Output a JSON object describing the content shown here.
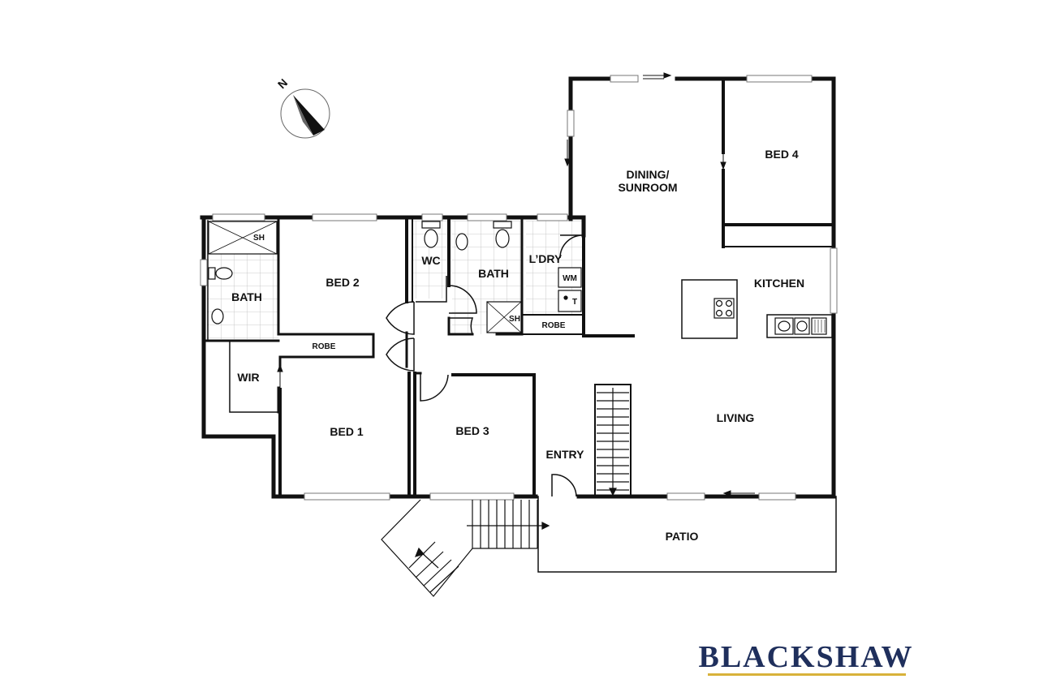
{
  "compass": {
    "label": "N"
  },
  "rooms": {
    "dining": {
      "line1": "DINING/",
      "line2": "SUNROOM"
    },
    "bed4": "BED 4",
    "kitchen": "KITCHEN",
    "bath_main": "BATH",
    "ensuite": "BATH",
    "ensuite_shower": "SH",
    "bath_shower": "SH",
    "bed2": "BED 2",
    "wc": "WC",
    "laundry": "L’DRY",
    "washing_machine": "WM",
    "tub": "T",
    "robe_bed2": "ROBE",
    "robe_hall": "ROBE",
    "wir": "WIR",
    "bed1": "BED 1",
    "bed3": "BED 3",
    "entry": "ENTRY",
    "living": "LIVING",
    "patio": "PATIO"
  },
  "brand": {
    "name": "BLACKSHAW",
    "color": "#1f2f5c",
    "accent": "#d8b23a"
  },
  "colors": {
    "wall": "#111111",
    "tile": "#bdbdbd",
    "window": "#888888"
  }
}
